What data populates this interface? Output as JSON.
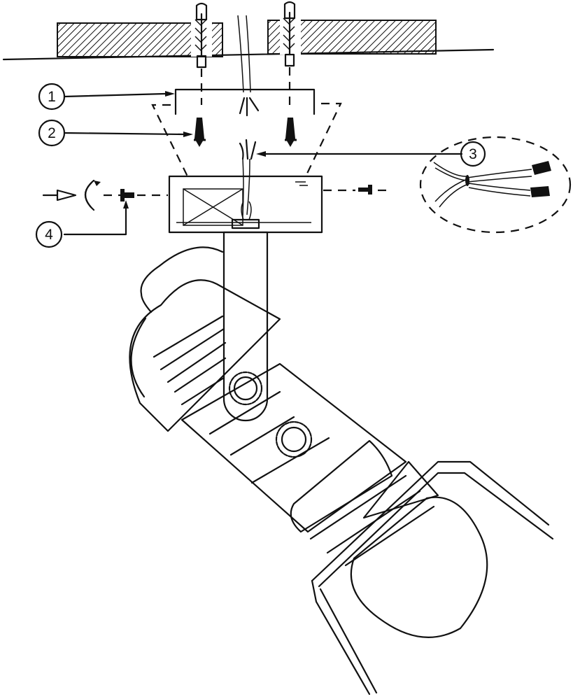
{
  "diagram": {
    "callouts": [
      {
        "id": "1",
        "label": "1"
      },
      {
        "id": "2",
        "label": "2"
      },
      {
        "id": "3",
        "label": "3"
      },
      {
        "id": "4",
        "label": "4"
      }
    ],
    "colors": {
      "ink": "#111111",
      "paper": "#ffffff"
    }
  }
}
